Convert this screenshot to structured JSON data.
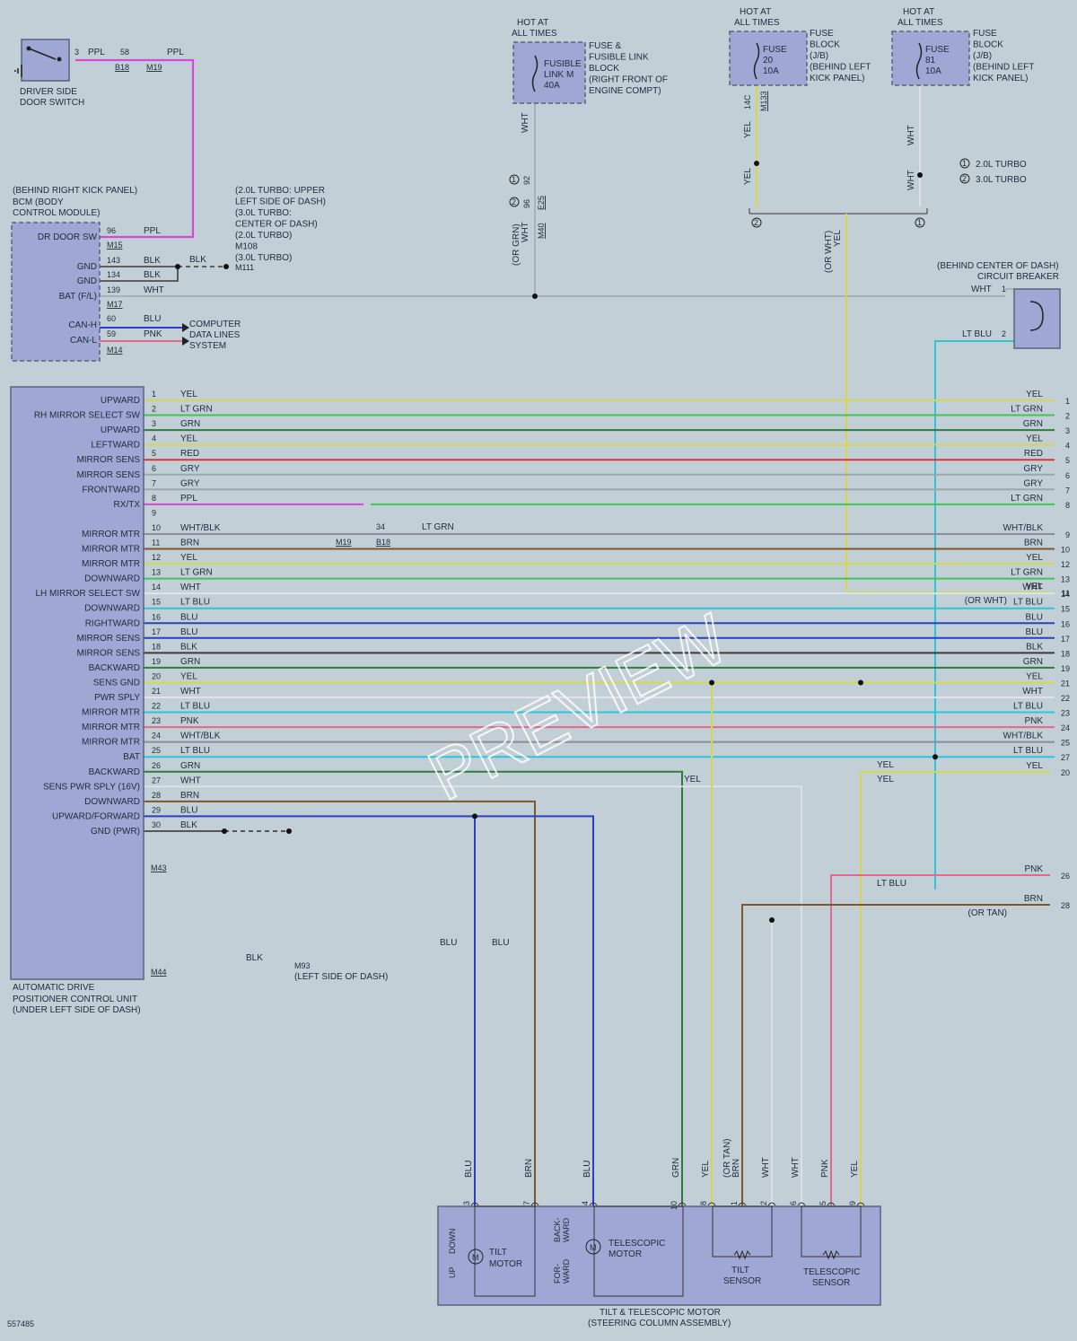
{
  "doc_id": "557485",
  "watermark": "PREVIEW",
  "colors": {
    "YEL": "#d4d84a",
    "LTGRN": "#3fc454",
    "GRN": "#2e7d3a",
    "RED": "#d23a3a",
    "GRY": "#9ea6ad",
    "PPL": "#d34ad8",
    "BRN": "#7a5a2a",
    "BLU": "#2b3fc4",
    "LTBLU": "#2fc4d6",
    "BLK": "#3a3a3a",
    "WHT": "#dfe4ea",
    "PNK": "#e06a8a",
    "WHTBLK": "#8c8c9a"
  },
  "driver_switch": {
    "label1": "DRIVER SIDE",
    "label2": "DOOR SWITCH",
    "pin": "3",
    "color": "PPL",
    "pin2": "58",
    "conn1": "B18",
    "conn2": "M19",
    "color2": "PPL"
  },
  "fusible_link": {
    "hot1": "HOT AT",
    "hot2": "ALL TIMES",
    "name1": "FUSIBLE",
    "name2": "LINK M",
    "amps": "40A",
    "desc1": "FUSE &",
    "desc2": "FUSIBLE LINK",
    "desc3": "BLOCK",
    "desc4": "(RIGHT FRONT OF",
    "desc5": "ENGINE COMPT)",
    "wire": "WHT"
  },
  "fuse20": {
    "hot1": "HOT AT",
    "hot2": "ALL TIMES",
    "name": "FUSE",
    "num": "20",
    "amps": "10A",
    "desc1": "FUSE",
    "desc2": "BLOCK",
    "desc3": "(J/B)",
    "desc4": "(BEHIND LEFT",
    "desc5": "KICK PANEL)",
    "pin": "14C",
    "conn": "M133",
    "wire": "YEL"
  },
  "fuse81": {
    "hot1": "HOT AT",
    "hot2": "ALL TIMES",
    "name": "FUSE",
    "num": "81",
    "amps": "10A",
    "desc1": "FUSE",
    "desc2": "BLOCK",
    "desc3": "(J/B)",
    "desc4": "(BEHIND LEFT",
    "desc5": "KICK PANEL)",
    "wire": "WHT"
  },
  "legend": {
    "n1": "1",
    "t1": "2.0L TURBO",
    "n2": "2",
    "t2": "3.0L TURBO"
  },
  "splice_labels": {
    "or_wht": "(OR WHT)",
    "yel": "YEL",
    "p92": "92",
    "p96": "96",
    "e25": "E25",
    "m40": "M40",
    "or_grn": "(OR GRN)",
    "wht": "WHT"
  },
  "bcm": {
    "t1": "(BEHIND RIGHT KICK PANEL)",
    "t2": "BCM (BODY",
    "t3": "CONTROL MODULE)",
    "pins": [
      {
        "label": "DR DOOR SW",
        "num": "96",
        "color": "PPL"
      },
      {
        "label": "GND",
        "num": "143",
        "color": "BLK"
      },
      {
        "label": "GND",
        "num": "134",
        "color": "BLK"
      },
      {
        "label": "BAT (F/L)",
        "num": "139",
        "color": "WHT"
      },
      {
        "label": "CAN-H",
        "num": "60",
        "color": "BLU"
      },
      {
        "label": "CAN-L",
        "num": "59",
        "color": "PNK"
      }
    ],
    "conn_m15": "M15",
    "conn_m17": "M17",
    "conn_m14": "M14",
    "gnd_wire": "BLK",
    "gnd_conn": "M111",
    "gnd_note": [
      "(2.0L TURBO: UPPER",
      "LEFT SIDE OF DASH)",
      "(3.0L TURBO:",
      "CENTER OF DASH)",
      "(2.0L TURBO)",
      "M108",
      "(3.0L TURBO)"
    ],
    "can_dest": [
      "COMPUTER",
      "DATA LINES",
      "SYSTEM"
    ]
  },
  "breaker": {
    "t1": "(BEHIND CENTER OF DASH)",
    "t2": "CIRCUIT BREAKER",
    "p1": "1",
    "w1": "WHT",
    "p2": "2",
    "w2": "LT BLU"
  },
  "adpcu": {
    "t1": "AUTOMATIC DRIVE",
    "t2": "POSITIONER CONTROL UNIT",
    "t3": "(UNDER LEFT SIDE OF DASH)",
    "conn_m43": "M43",
    "conn_m44": "M44",
    "gnd_conn": "M93",
    "gnd_note": "(LEFT SIDE OF DASH)",
    "gnd_wire": "BLK",
    "rx_conn1": "M19",
    "rx_conn2": "B18",
    "rx_pin": "34",
    "rx_color": "LT GRN",
    "pins": [
      {
        "n": "1",
        "label": "UPWARD",
        "c": "YEL",
        "rn": "1",
        "rc": "YEL"
      },
      {
        "n": "2",
        "label": "RH MIRROR SELECT SW",
        "c": "LT GRN",
        "rn": "2",
        "rc": "LT GRN"
      },
      {
        "n": "3",
        "label": "UPWARD",
        "c": "GRN",
        "rn": "3",
        "rc": "GRN"
      },
      {
        "n": "4",
        "label": "LEFTWARD",
        "c": "YEL",
        "rn": "4",
        "rc": "YEL"
      },
      {
        "n": "5",
        "label": "MIRROR SENS",
        "c": "RED",
        "rn": "5",
        "rc": "RED"
      },
      {
        "n": "6",
        "label": "MIRROR SENS",
        "c": "GRY",
        "rn": "6",
        "rc": "GRY"
      },
      {
        "n": "7",
        "label": "FRONTWARD",
        "c": "GRY",
        "rn": "7",
        "rc": "GRY"
      },
      {
        "n": "8",
        "label": "RX/TX",
        "c": "PPL",
        "rn": "8",
        "rc": "LT GRN"
      },
      {
        "n": "9",
        "label": "",
        "c": "",
        "rn": "",
        "rc": ""
      },
      {
        "n": "10",
        "label": "MIRROR MTR",
        "c": "WHT/BLK",
        "rn": "9",
        "rc": "WHT/BLK"
      },
      {
        "n": "11",
        "label": "MIRROR MTR",
        "c": "BRN",
        "rn": "10",
        "rc": "BRN"
      },
      {
        "n": "12",
        "label": "MIRROR MTR",
        "c": "YEL",
        "rn": "12",
        "rc": "YEL"
      },
      {
        "n": "13",
        "label": "DOWNWARD",
        "c": "LT GRN",
        "rn": "13",
        "rc": "LT GRN"
      },
      {
        "n": "14",
        "label": "LH MIRROR SELECT SW",
        "c": "WHT",
        "rn": "14",
        "rc": "WHT"
      },
      {
        "n": "15",
        "label": "DOWNWARD",
        "c": "LT BLU",
        "rn": "15",
        "rc": "LT BLU"
      },
      {
        "n": "16",
        "label": "RIGHTWARD",
        "c": "BLU",
        "rn": "16",
        "rc": "BLU"
      },
      {
        "n": "17",
        "label": "MIRROR SENS",
        "c": "BLU",
        "rn": "17",
        "rc": "BLU"
      },
      {
        "n": "18",
        "label": "MIRROR SENS",
        "c": "BLK",
        "rn": "18",
        "rc": "BLK"
      },
      {
        "n": "19",
        "label": "BACKWARD",
        "c": "GRN",
        "rn": "19",
        "rc": "GRN"
      },
      {
        "n": "20",
        "label": "SENS GND",
        "c": "YEL",
        "rn": "21",
        "rc": "YEL"
      },
      {
        "n": "21",
        "label": "PWR SPLY",
        "c": "WHT",
        "rn": "22",
        "rc": "WHT"
      },
      {
        "n": "22",
        "label": "MIRROR MTR",
        "c": "LT BLU",
        "rn": "23",
        "rc": "LT BLU"
      },
      {
        "n": "23",
        "label": "MIRROR MTR",
        "c": "PNK",
        "rn": "24",
        "rc": "PNK"
      },
      {
        "n": "24",
        "label": "MIRROR MTR",
        "c": "WHT/BLK",
        "rn": "25",
        "rc": "WHT/BLK"
      },
      {
        "n": "25",
        "label": "BAT",
        "c": "LT BLU",
        "rn": "27",
        "rc": "LT BLU"
      },
      {
        "n": "26",
        "label": "BACKWARD",
        "c": "GRN",
        "rn": "",
        "rc": ""
      },
      {
        "n": "27",
        "label": "SENS PWR SPLY (16V)",
        "c": "WHT",
        "rn": "",
        "rc": ""
      },
      {
        "n": "28",
        "label": "DOWNWARD",
        "c": "BRN",
        "rn": "",
        "rc": ""
      },
      {
        "n": "29",
        "label": "UPWARD/FORWARD",
        "c": "BLU",
        "rn": "",
        "rc": ""
      },
      {
        "n": "30",
        "label": "GND (PWR)",
        "c": "BLK",
        "rn": "",
        "rc": ""
      }
    ],
    "extra_right": [
      {
        "rn": "11",
        "rc": "YEL",
        "note": "(OR WHT)"
      },
      {
        "rn": "20",
        "rc": "YEL",
        "note": ""
      },
      {
        "rn": "26",
        "rc": "PNK",
        "note": ""
      },
      {
        "rn": "28",
        "rc": "BRN",
        "note": "(OR TAN)"
      }
    ]
  },
  "motor": {
    "t1": "TILT & TELESCOPIC MOTOR",
    "t2": "(STEERING COLUMN ASSEMBLY)",
    "tilt": "TILT",
    "motor": "MOTOR",
    "telescopic": "TELESCOPIC",
    "tilt_sensor1": "TILT",
    "tilt_sensor2": "SENSOR",
    "tele_sensor1": "TELESCOPIC",
    "tele_sensor2": "SENSOR",
    "down": "DOWN",
    "up": "UP",
    "back": "BACK-",
    "ward": "WARD",
    "for": "FOR-",
    "ward2": "WARD",
    "pins": [
      {
        "n": "3",
        "c": "BLU"
      },
      {
        "n": "7",
        "c": "BRN"
      },
      {
        "n": "4",
        "c": "BLU"
      },
      {
        "n": "10",
        "c": "GRN"
      },
      {
        "n": "8",
        "c": "YEL"
      },
      {
        "n": "1",
        "c": "BRN",
        "note": "(OR TAN)"
      },
      {
        "n": "2",
        "c": "WHT"
      },
      {
        "n": "6",
        "c": "WHT"
      },
      {
        "n": "5",
        "c": "PNK"
      },
      {
        "n": "9",
        "c": "YEL"
      }
    ]
  },
  "wire_labels": {
    "yel_splice": "YEL",
    "yel_a": "YEL",
    "yel_b": "YEL",
    "ltblu_bat": "LT BLU",
    "blu_a": "BLU",
    "blu_b": "BLU",
    "blk_gnd": "BLK"
  }
}
